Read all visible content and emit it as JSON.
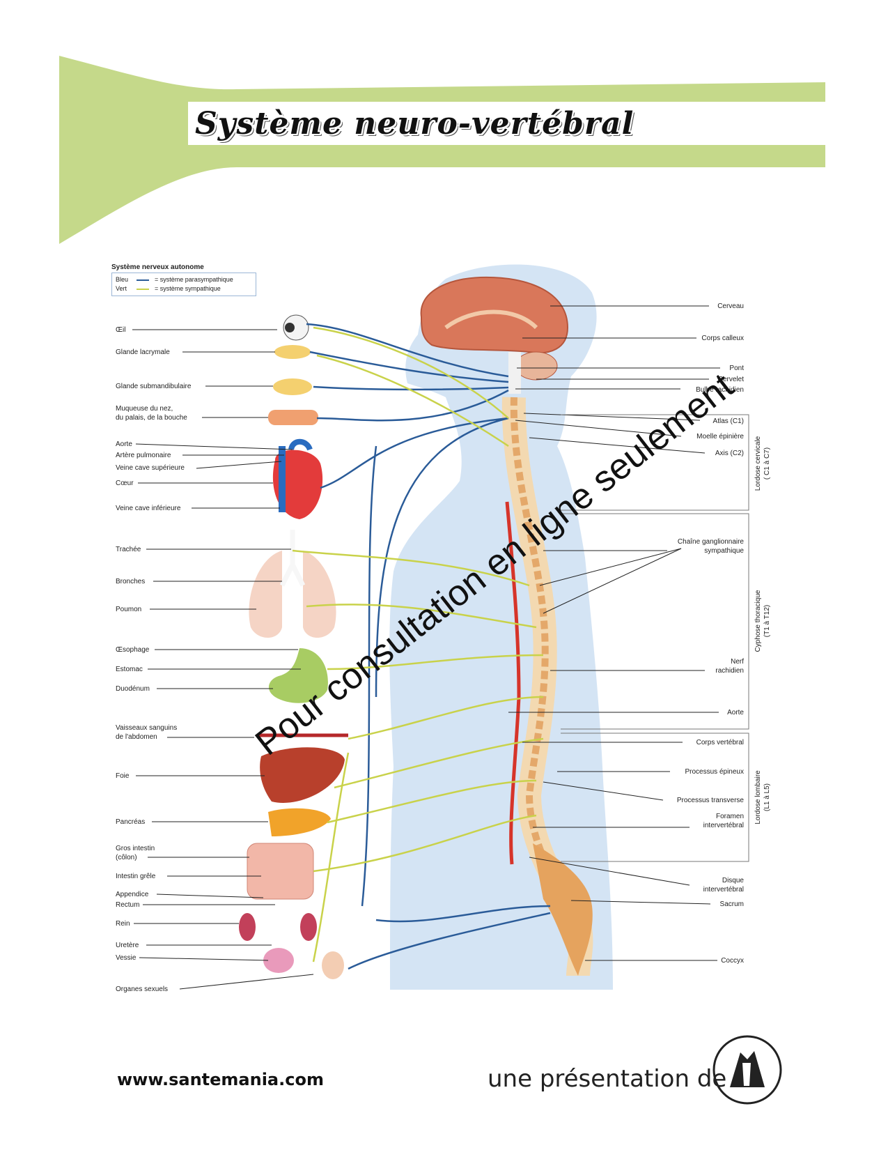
{
  "title": "Système neuro-vertébral",
  "legend": {
    "title": "Système nerveux autonome",
    "items": [
      {
        "key": "Bleu",
        "value": "= système parasympathique",
        "color": "#2a5b98"
      },
      {
        "key": "Vert",
        "value": "= système sympathique",
        "color": "#c9d24a"
      }
    ]
  },
  "organ_labels": {
    "oeil": "Œil",
    "glande_lacrymale": "Glande lacrymale",
    "glande_submandibulaire": "Glande submandibulaire",
    "muqueuse_1": "Muqueuse du nez,",
    "muqueuse_2": "du palais, de la bouche",
    "aorte": "Aorte",
    "artere_pulmonaire": "Artère pulmonaire",
    "veine_cave_sup": "Veine cave supérieure",
    "coeur": "Cœur",
    "veine_cave_inf": "Veine cave inférieure",
    "trachee": "Trachée",
    "bronches": "Bronches",
    "poumon": "Poumon",
    "oesophage": "Œsophage",
    "estomac": "Estomac",
    "duodenum": "Duodénum",
    "vaisseaux_1": "Vaisseaux sanguins",
    "vaisseaux_2": "de l'abdomen",
    "foie": "Foie",
    "pancreas": "Pancréas",
    "gros_intestin_1": "Gros intestin",
    "gros_intestin_2": "(côlon)",
    "intestin_grele": "Intestin grêle",
    "appendice": "Appendice",
    "rectum": "Rectum",
    "rein": "Rein",
    "uretere": "Uretère",
    "vessie": "Vessie",
    "organes_sexuels": "Organes sexuels"
  },
  "spine_labels": {
    "cerveau": "Cerveau",
    "corps_calleux": "Corps calleux",
    "pont": "Pont",
    "cervelet": "Cervelet",
    "bulbe": "Bulbe rachidien",
    "atlas": "Atlas (C1)",
    "moelle": "Moelle épinière",
    "axis": "Axis (C2)",
    "chaine_1": "Chaîne ganglionnaire",
    "chaine_2": "sympathique",
    "nerf_1": "Nerf",
    "nerf_2": "rachidien",
    "aorte": "Aorte",
    "corps_vertebral": "Corps vertébral",
    "processus_epineux": "Processus épineux",
    "processus_transverse": "Processus transverse",
    "foramen_1": "Foramen",
    "foramen_2": "intervertébral",
    "disque_1": "Disque",
    "disque_2": "intervertébral",
    "sacrum": "Sacrum",
    "coccyx": "Coccyx"
  },
  "regions": {
    "cervicale_1": "Lordose cervicale",
    "cervicale_2": "( C1 à C7)",
    "thoracique_1": "Cyphose thoracique",
    "thoracique_2": "(T1 à T12)",
    "lombaire_1": "Lordose lombaire",
    "lombaire_2": "(L1 à L5)"
  },
  "watermark": "Pour consultation en ligne seulement",
  "footer": {
    "site": "www.santemania.com",
    "presented": "une présentation de"
  },
  "colors": {
    "banner": "#c5d98a",
    "body_silhouette": "#cfe1f3",
    "parasympathetic": "#2a5b98",
    "sympathetic": "#c9d24a"
  }
}
